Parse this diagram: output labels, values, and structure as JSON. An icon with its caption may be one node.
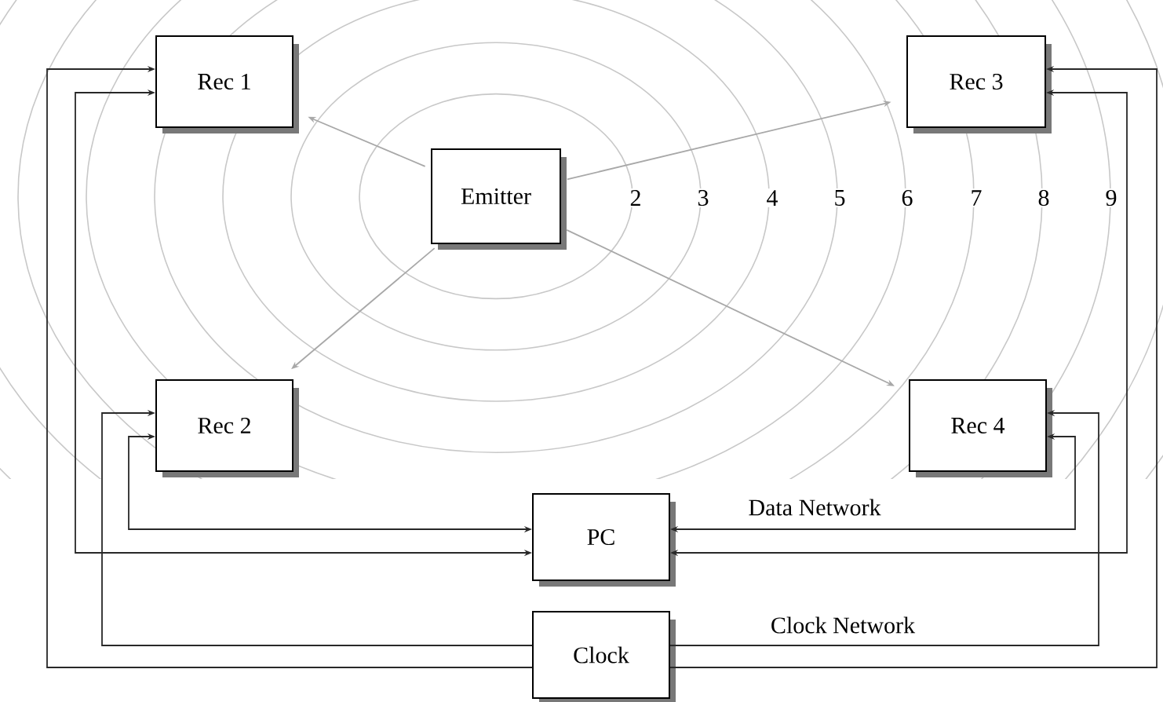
{
  "diagram": {
    "nodes": [
      {
        "text": [
          "Rec 1"
        ]
      },
      {
        "text": [
          "Rec 3"
        ]
      },
      {
        "text": [
          "Emitter"
        ]
      },
      {
        "text": [
          "Rec 2"
        ]
      },
      {
        "text": [
          "Rec 4"
        ]
      },
      {
        "text": [
          "PC"
        ]
      },
      {
        "text": [
          "Clock"
        ]
      }
    ],
    "edges": [
      {
        "from": 2,
        "to": 0,
        "arrow": "to",
        "color": "#a8a8a8"
      },
      {
        "from": 2,
        "to": 1,
        "arrow": "to",
        "color": "#a8a8a8"
      },
      {
        "from": 2,
        "to": 3,
        "arrow": "to",
        "color": "#a8a8a8"
      },
      {
        "from": 2,
        "to": 4,
        "arrow": "to",
        "color": "#a8a8a8"
      },
      {
        "from": 0,
        "to": 5,
        "arrow": "both"
      },
      {
        "from": 3,
        "to": 5,
        "arrow": "both"
      },
      {
        "from": 1,
        "to": 5,
        "arrow": "both"
      },
      {
        "from": 4,
        "to": 5,
        "arrow": "both",
        "label": "Data Network"
      },
      {
        "from": 6,
        "to": 0,
        "arrow": "to"
      },
      {
        "from": 6,
        "to": 3,
        "arrow": "to"
      },
      {
        "from": 6,
        "to": 1,
        "arrow": "to"
      },
      {
        "from": 6,
        "to": 4,
        "arrow": "to",
        "label": "Clock Network"
      }
    ],
    "labels": [
      "2",
      "3",
      "4",
      "5",
      "6",
      "7",
      "8",
      "9"
    ]
  }
}
